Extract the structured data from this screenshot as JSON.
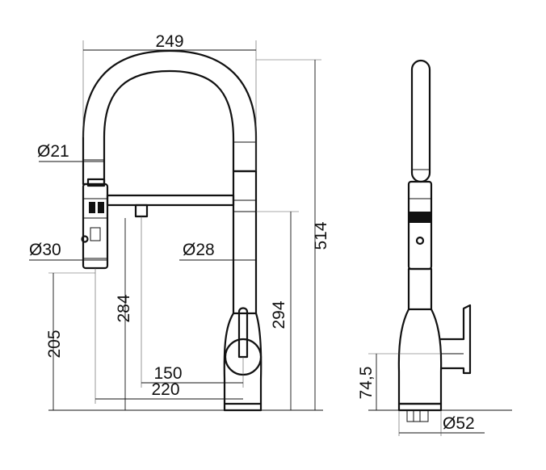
{
  "dimensions": {
    "width_top": "249",
    "hose_diameter": "Ø21",
    "head_diameter": "Ø30",
    "body_diameter": "Ø28",
    "total_height": "514",
    "spout_height": "294",
    "head_height": "284",
    "head_rest_height": "205",
    "reach_150": "150",
    "reach_220": "220",
    "lever_height": "74,5",
    "base_diameter": "Ø52"
  }
}
